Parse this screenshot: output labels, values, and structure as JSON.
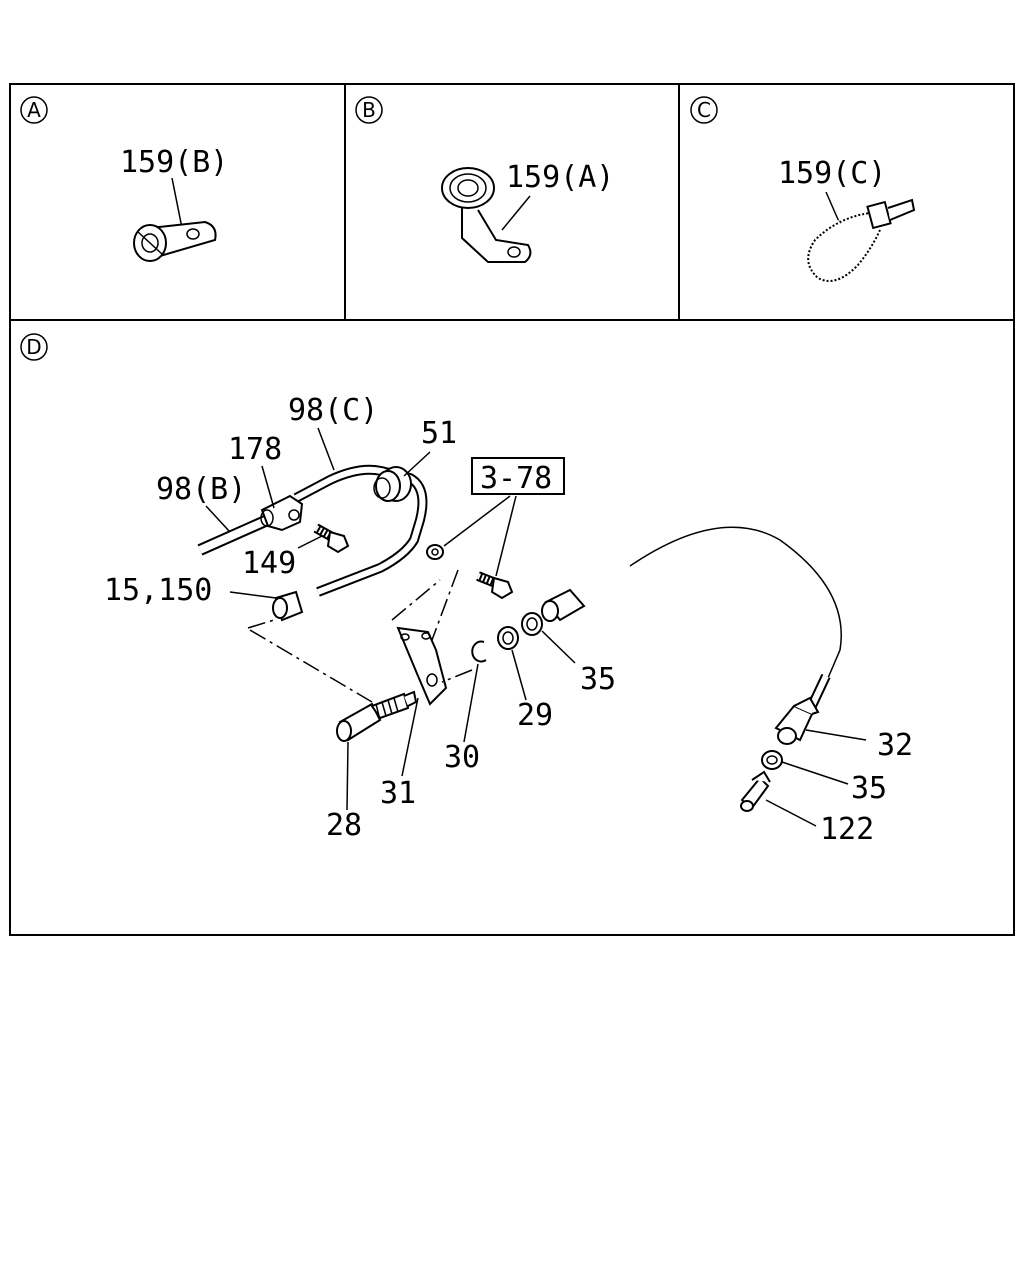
{
  "panels": {
    "a": {
      "marker": "A",
      "part_label": "159(B)"
    },
    "b": {
      "marker": "B",
      "part_label": "159(A)"
    },
    "c": {
      "marker": "C",
      "part_label": "159(C)"
    },
    "d": {
      "marker": "D",
      "labels": {
        "l98c": "98(C)",
        "l51": "51",
        "l178": "178",
        "l98b": "98(B)",
        "l378": "3-78",
        "l149": "149",
        "l15150": "15,150",
        "l35a": "35",
        "l29": "29",
        "l30": "30",
        "l31": "31",
        "l28": "28",
        "l32": "32",
        "l35b": "35",
        "l122": "122"
      }
    }
  }
}
